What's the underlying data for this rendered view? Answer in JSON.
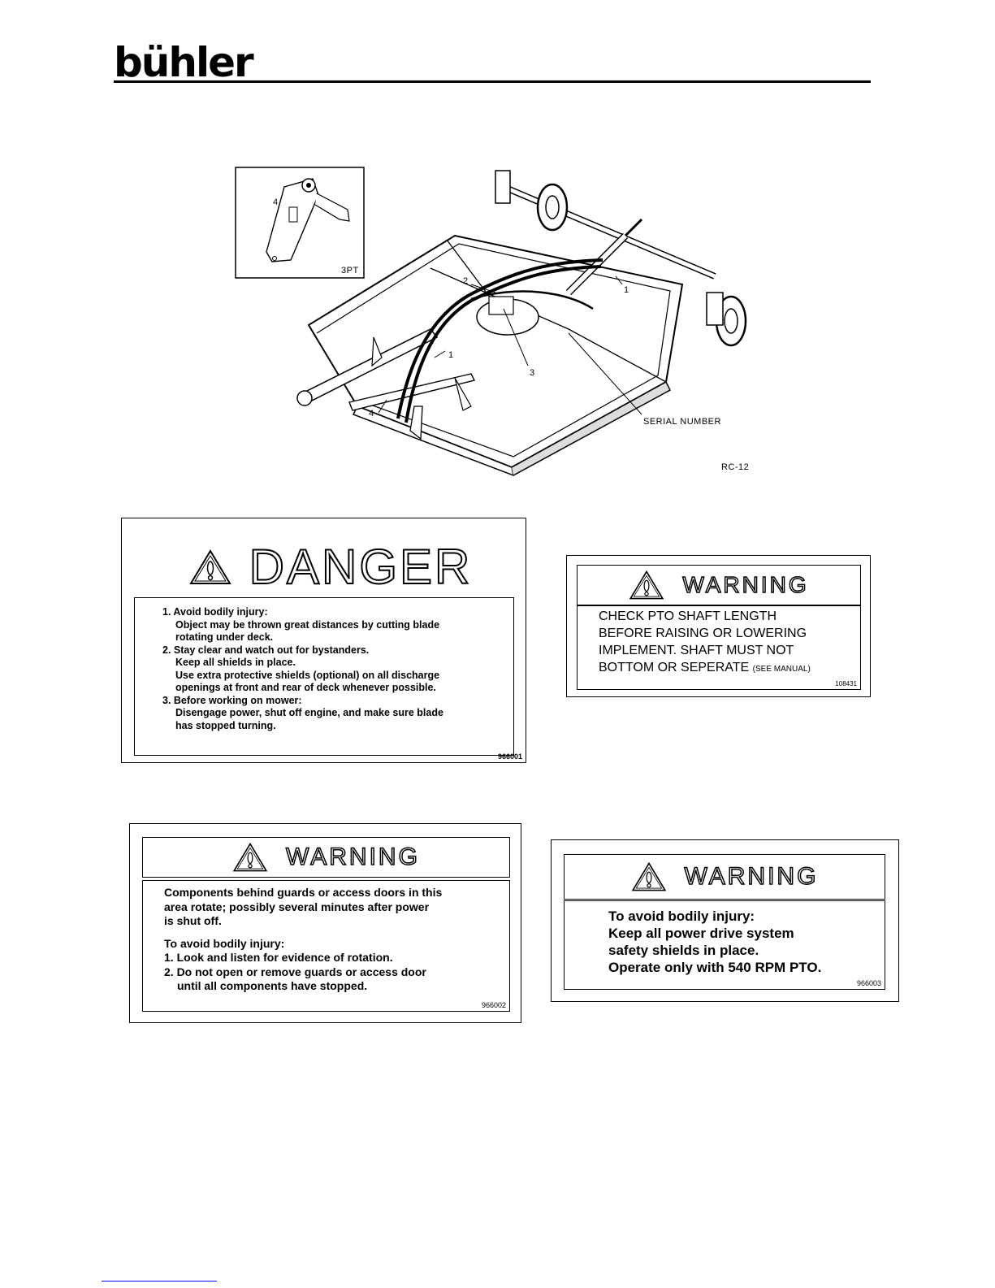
{
  "header": {
    "brand": "bühler"
  },
  "figure": {
    "inset_label": "3PT",
    "inset_callout": "4",
    "callouts": [
      "1",
      "2",
      "3",
      "1",
      "4"
    ],
    "serial_label": "SERIAL NUMBER",
    "figure_id": "RC-12"
  },
  "decals": {
    "danger": {
      "signal_word": "DANGER",
      "lines": [
        "1. Avoid bodily injury:",
        "    Object may be thrown great distances by cutting blade",
        "    rotating under deck.",
        "2. Stay clear and watch out for bystanders.",
        "    Keep all shields in place.",
        "    Use extra protective shields (optional) on all discharge",
        "    openings at front and rear of deck whenever possible.",
        "3. Before working on mower:",
        "    Disengage power, shut off engine, and make sure blade",
        "    has stopped turning."
      ],
      "code": "966001"
    },
    "pto": {
      "signal_word": "WARNING",
      "lines": [
        "CHECK PTO SHAFT LENGTH",
        "BEFORE RAISING OR LOWERING",
        "IMPLEMENT. SHAFT MUST NOT"
      ],
      "last_line": "BOTTOM OR SEPERATE",
      "last_line_note": "(SEE MANUAL)",
      "code": "108431"
    },
    "guards": {
      "signal_word": "WARNING",
      "lines": [
        "Components behind guards or access doors in this",
        "area rotate; possibly several minutes after power",
        "is shut off."
      ],
      "lines2": [
        "To avoid bodily injury:",
        "1. Look and listen for evidence of rotation.",
        "2. Do not open or remove guards or access door",
        "    until all components have stopped."
      ],
      "code": "966002"
    },
    "driveline": {
      "signal_word": "WARNING",
      "lines": [
        "To avoid bodily injury:",
        "Keep all power drive system",
        "safety shields in place.",
        "Operate only with 540 RPM PTO."
      ],
      "code": "966003"
    }
  }
}
